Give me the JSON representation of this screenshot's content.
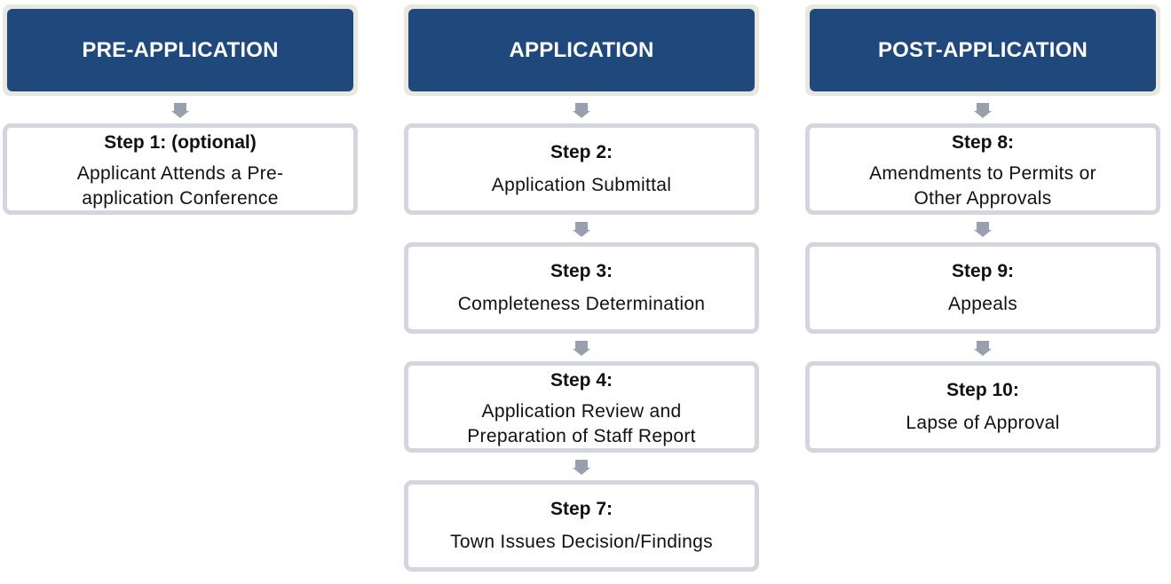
{
  "columns": [
    {
      "phase": "PRE-APPLICATION",
      "steps": [
        {
          "title": "Step 1: (optional)",
          "desc": "Applicant Attends a Pre-application Conference"
        }
      ]
    },
    {
      "phase": "APPLICATION",
      "steps": [
        {
          "title": "Step 2:",
          "desc": "Application Submittal"
        },
        {
          "title": "Step 3:",
          "desc": "Completeness Determination"
        },
        {
          "title": "Step 4:",
          "desc": "Application Review and Preparation of Staff Report"
        },
        {
          "title": "Step 7:",
          "desc": "Town Issues Decision/Findings"
        }
      ]
    },
    {
      "phase": "POST-APPLICATION",
      "steps": [
        {
          "title": "Step 8:",
          "desc": "Amendments to Permits or Other Approvals"
        },
        {
          "title": "Step 9:",
          "desc": "Appeals"
        },
        {
          "title": "Step 10:",
          "desc": "Lapse of Approval"
        }
      ]
    }
  ],
  "colors": {
    "phase_fill": "#1f497d",
    "phase_frame": "#e9e8df",
    "step_border": "#d3d6de",
    "arrow": "#99a0ad"
  }
}
